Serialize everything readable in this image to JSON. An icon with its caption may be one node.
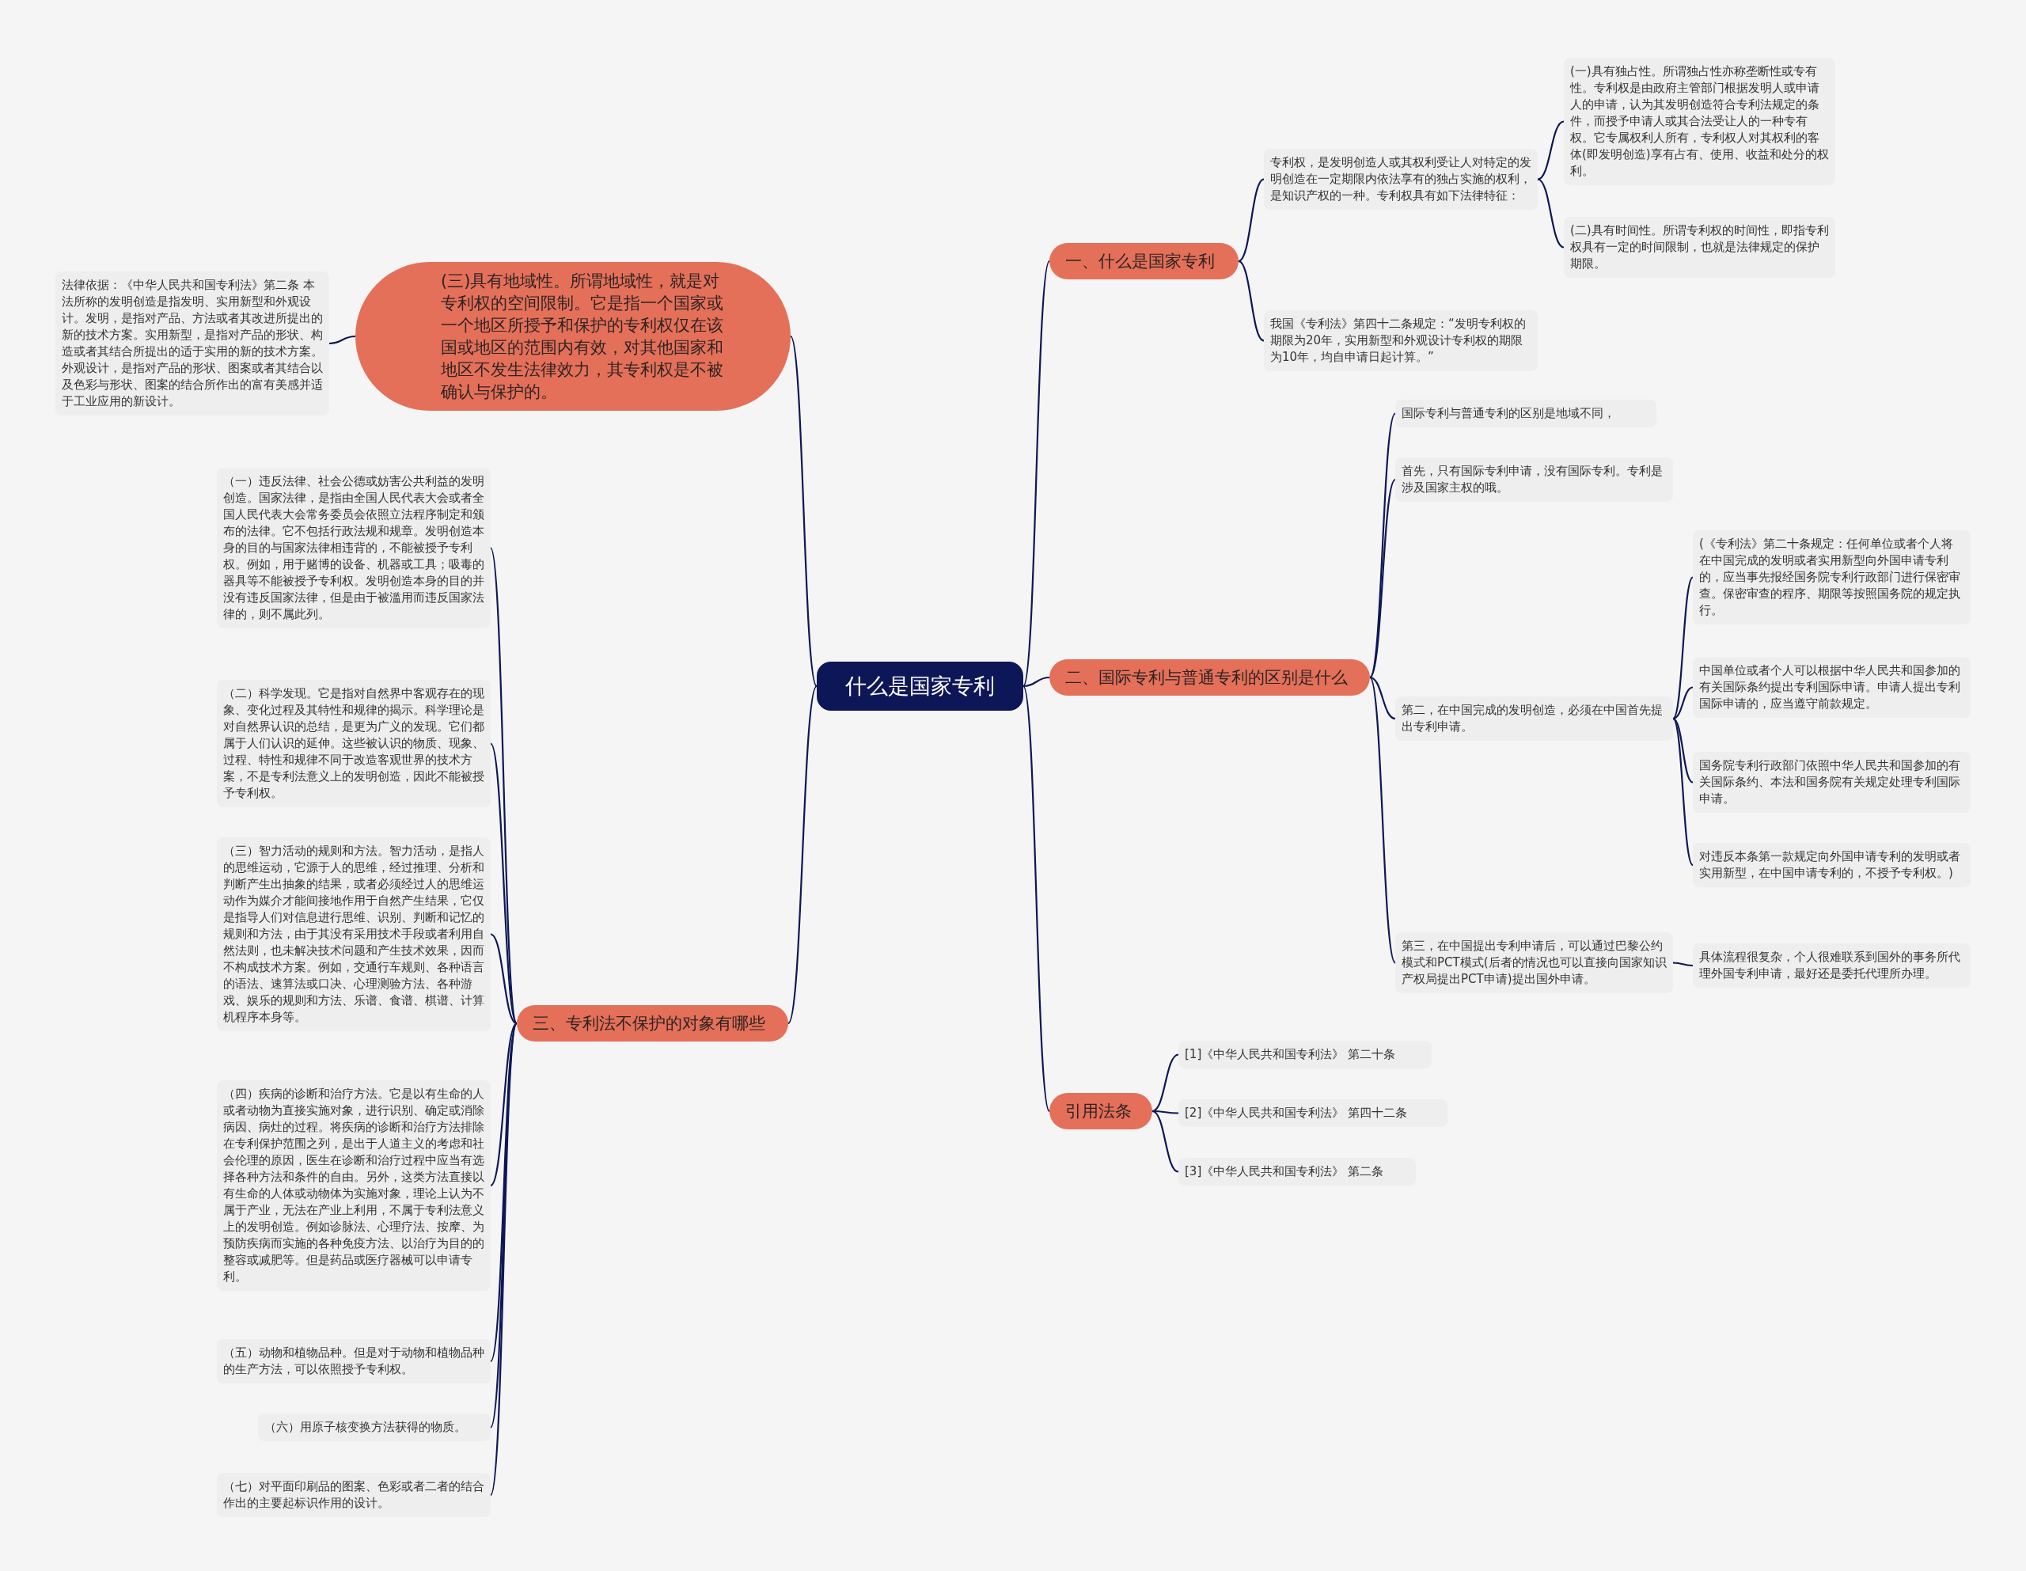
{
  "diagram": {
    "nodes": [
      {
        "text": [
          "什么是国家专利"
        ]
      },
      {
        "text": [
          "一、什么是国家专利"
        ]
      },
      {
        "text": [
          "专利权，是发明创造人或其权利受让人对特定的发明创造在一定期限内依法享有的独占实施的权利，是知识产权的一种。专利权具有如下法律特征："
        ]
      },
      {
        "text": [
          "(一)具有独占性。所谓独占性亦称垄断性或专有性。专利权是由政府主管部门根据发明人或申请人的申请，认为其发明创造符合专利法规定的条件，而授予申请人或其合法受让人的一种专有权。它专属权利人所有，专利权人对其权利的客体(即发明创造)享有占有、使用、收益和处分的权利。"
        ]
      },
      {
        "text": [
          "(二)具有时间性。所谓专利权的时间性，即指专利权具有一定的时间限制，也就是法律规定的保护期限。"
        ]
      },
      {
        "text": [
          "我国《专利法》第四十二条规定：“发明专利权的期限为20年，实用新型和外观设计专利权的期限为10年，均自申请日起计算。”"
        ]
      },
      {
        "text": [
          "(三)具有地域性。所谓地域性，就是对专利权的空间限制。它是指一个国家或一个地区所授予和保护的专利权仅在该国或地区的范围内有效，对其他国家和地区不发生法律效力，其专利权是不被确认与保护的。"
        ]
      },
      {
        "text": [
          "法律依据：《中华人民共和国专利法》第二条 本法所称的发明创造是指发明、实用新型和外观设计。发明，是指对产品、方法或者其改进所提出的新的技术方案。实用新型，是指对产品的形状、构造或者其结合所提出的适于实用的新的技术方案。外观设计，是指对产品的形状、图案或者其结合以及色彩与形状、图案的结合所作出的富有美感并适于工业应用的新设计。"
        ]
      },
      {
        "text": [
          "二、国际专利与普通专利的区别是什么"
        ]
      },
      {
        "text": [
          "国际专利与普通专利的区别是地域不同，"
        ]
      },
      {
        "text": [
          "首先，只有国际专利申请，没有国际专利。专利是涉及国家主权的哦。"
        ]
      },
      {
        "text": [
          "第二，在中国完成的发明创造，必须在中国首先提出专利申请。"
        ]
      },
      {
        "text": [
          "(《专利法》第二十条规定：任何单位或者个人将在中国完成的发明或者实用新型向外国申请专利的，应当事先报经国务院专利行政部门进行保密审查。保密审查的程序、期限等按照国务院的规定执行。"
        ]
      },
      {
        "text": [
          "中国单位或者个人可以根据中华人民共和国参加的有关国际条约提出专利国际申请。申请人提出专利国际申请的，应当遵守前款规定。"
        ]
      },
      {
        "text": [
          "国务院专利行政部门依照中华人民共和国参加的有关国际条约、本法和国务院有关规定处理专利国际申请。"
        ]
      },
      {
        "text": [
          "对违反本条第一款规定向外国申请专利的发明或者实用新型，在中国申请专利的，不授予专利权。)"
        ]
      },
      {
        "text": [
          "第三，在中国提出专利申请后，可以通过巴黎公约模式和PCT模式(后者的情况也可以直接向国家知识产权局提出PCT申请)提出国外申请。"
        ]
      },
      {
        "text": [
          "具体流程很复杂，个人很难联系到国外的事务所代理外国专利申请，最好还是委托代理所办理。"
        ]
      },
      {
        "text": [
          "三、专利法不保护的对象有哪些"
        ]
      },
      {
        "text": [
          "（一）违反法律、社会公德或妨害公共利益的发明创造。国家法律，是指由全国人民代表大会或者全国人民代表大会常务委员会依照立法程序制定和颁布的法律。它不包括行政法规和规章。发明创造本身的目的与国家法律相违背的，不能被授予专利权。例如，用于赌博的设备、机器或工具；吸毒的器具等不能被授予专利权。发明创造本身的目的并没有违反国家法律，但是由于被滥用而违反国家法律的，则不属此列。"
        ]
      },
      {
        "text": [
          "（二）科学发现。它是指对自然界中客观存在的现象、变化过程及其特性和规律的揭示。科学理论是对自然界认识的总结，是更为广义的发现。它们都属于人们认识的延伸。这些被认识的物质、现象、过程、特性和规律不同于改造客观世界的技术方案，不是专利法意义上的发明创造，因此不能被授予专利权。"
        ]
      },
      {
        "text": [
          "（三）智力活动的规则和方法。智力活动，是指人的思维运动，它源于人的思维，经过推理、分析和判断产生出抽象的结果，或者必须经过人的思维运动作为媒介才能间接地作用于自然产生结果，它仅是指导人们对信息进行思维、识别、判断和记忆的规则和方法，由于其没有采用技术手段或者利用自然法则，也未解决技术问题和产生技术效果，因而不构成技术方案。例如，交通行车规则、各种语言的语法、速算法或口决、心理测验方法、各种游戏、娱乐的规则和方法、乐谱、食谱、棋谱、计算机程序本身等。"
        ]
      },
      {
        "text": [
          "（四）疾病的诊断和治疗方法。它是以有生命的人或者动物为直接实施对象，进行识别、确定或消除病因、病灶的过程。将疾病的诊断和治疗方法排除在专利保护范围之列，是出于人道主义的考虑和社会伦理的原因，医生在诊断和治疗过程中应当有选择各种方法和条件的自由。另外，这类方法直接以有生命的人体或动物体为实施对象，理论上认为不属于产业，无法在产业上利用，不属于专利法意义上的发明创造。例如诊脉法、心理疗法、按摩、为预防疾病而实施的各种免疫方法、以治疗为目的的整容或减肥等。但是药品或医疗器械可以申请专利。"
        ]
      },
      {
        "text": [
          "（五）动物和植物品种。但是对于动物和植物品种的生产方法，可以依照授予专利权。"
        ]
      },
      {
        "text": [
          "（六）用原子核变换方法获得的物质。"
        ]
      },
      {
        "text": [
          "（七）对平面印刷品的图案、色彩或者二者的结合作出的主要起标识作用的设计。"
        ]
      },
      {
        "text": [
          "引用法条"
        ]
      },
      {
        "text": [
          "[1]《中华人民共和国专利法》 第二十条"
        ]
      },
      {
        "text": [
          "[2]《中华人民共和国专利法》 第四十二条"
        ]
      },
      {
        "text": [
          "[3]《中华人民共和国专利法》 第二条"
        ]
      }
    ],
    "edges": [
      {
        "from": 0,
        "to": 1,
        "arrow": "none"
      },
      {
        "from": 1,
        "to": 2,
        "arrow": "none"
      },
      {
        "from": 2,
        "to": 3,
        "arrow": "none"
      },
      {
        "from": 2,
        "to": 4,
        "arrow": "none"
      },
      {
        "from": 1,
        "to": 5,
        "arrow": "none"
      },
      {
        "from": 0,
        "to": 6,
        "arrow": "none"
      },
      {
        "from": 6,
        "to": 7,
        "arrow": "none"
      },
      {
        "from": 0,
        "to": 8,
        "arrow": "none"
      },
      {
        "from": 8,
        "to": 9,
        "arrow": "none"
      },
      {
        "from": 8,
        "to": 10,
        "arrow": "none"
      },
      {
        "from": 8,
        "to": 11,
        "arrow": "none"
      },
      {
        "from": 11,
        "to": 12,
        "arrow": "none"
      },
      {
        "from": 11,
        "to": 13,
        "arrow": "none"
      },
      {
        "from": 11,
        "to": 14,
        "arrow": "none"
      },
      {
        "from": 11,
        "to": 15,
        "arrow": "none"
      },
      {
        "from": 8,
        "to": 16,
        "arrow": "none"
      },
      {
        "from": 16,
        "to": 17,
        "arrow": "none"
      },
      {
        "from": 0,
        "to": 18,
        "arrow": "none"
      },
      {
        "from": 18,
        "to": 19,
        "arrow": "none"
      },
      {
        "from": 18,
        "to": 20,
        "arrow": "none"
      },
      {
        "from": 18,
        "to": 21,
        "arrow": "none"
      },
      {
        "from": 18,
        "to": 22,
        "arrow": "none"
      },
      {
        "from": 18,
        "to": 23,
        "arrow": "none"
      },
      {
        "from": 18,
        "to": 24,
        "arrow": "none"
      },
      {
        "from": 18,
        "to": 25,
        "arrow": "none"
      },
      {
        "from": 0,
        "to": 26,
        "arrow": "none"
      },
      {
        "from": 26,
        "to": 27,
        "arrow": "none"
      },
      {
        "from": 26,
        "to": 28,
        "arrow": "none"
      },
      {
        "from": 26,
        "to": 29,
        "arrow": "none"
      }
    ]
  }
}
